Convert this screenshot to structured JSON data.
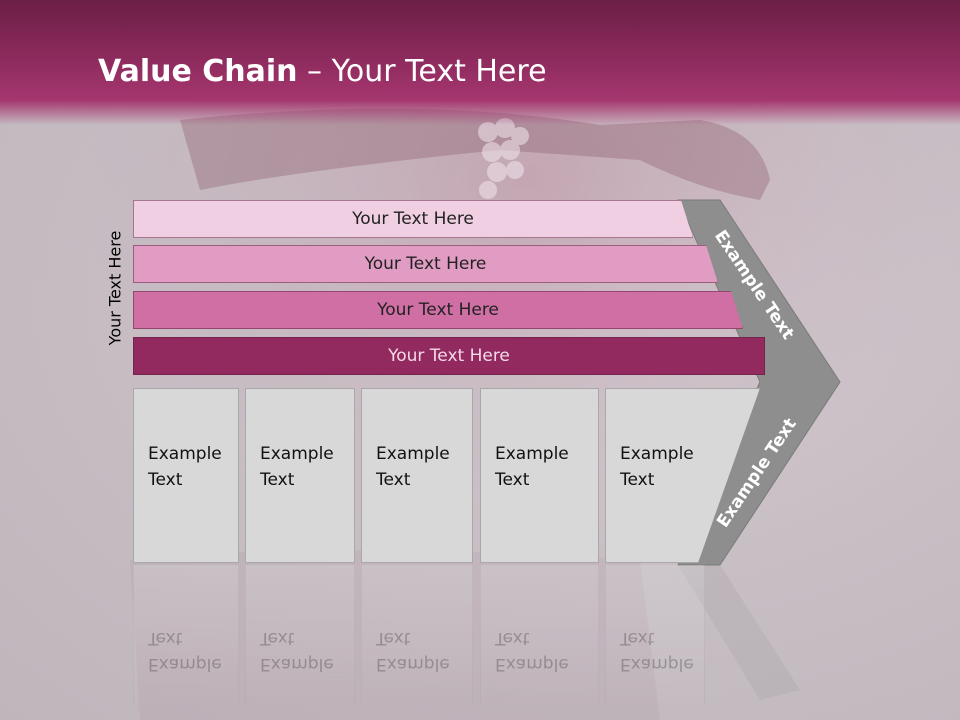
{
  "title": {
    "bold": "Value Chain",
    "rest": " – Your Text Here"
  },
  "side_label": "Your Text Here",
  "bars": [
    {
      "label": "Your Text Here",
      "color": "#f0cfe2",
      "text_color": "#222222"
    },
    {
      "label": "Your Text Here",
      "color": "#e19cc3",
      "text_color": "#222222"
    },
    {
      "label": "Your Text Here",
      "color": "#d06fa3",
      "text_color": "#222222"
    },
    {
      "label": "Your Text Here",
      "color": "#932a5f",
      "text_color": "#f3dbe8"
    }
  ],
  "boxes": [
    {
      "label": "Example\nText"
    },
    {
      "label": "Example\nText"
    },
    {
      "label": "Example\nText"
    },
    {
      "label": "Example\nText"
    },
    {
      "label": "Example\nText"
    }
  ],
  "chevron": {
    "upper_label": "Example Text",
    "lower_label": "Example Text",
    "color": "#8e8e8e"
  },
  "colors": {
    "header": "#8c2a5c",
    "accent": "#a5366f"
  }
}
